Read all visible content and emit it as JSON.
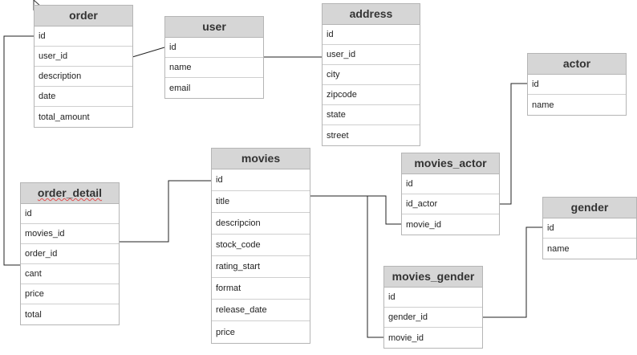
{
  "tables": {
    "order": {
      "name": "order",
      "fields": [
        "id",
        "user_id",
        "description",
        "date",
        "total_amount"
      ]
    },
    "user": {
      "name": "user",
      "fields": [
        "id",
        "name",
        "email"
      ]
    },
    "address": {
      "name": "address",
      "fields": [
        "id",
        "user_id",
        "city",
        "zipcode",
        "state",
        "street"
      ]
    },
    "actor": {
      "name": "actor",
      "fields": [
        "id",
        "name"
      ]
    },
    "movies": {
      "name": "movies",
      "fields": [
        "id",
        "title",
        "descripcion",
        "stock_code",
        "rating_start",
        "format",
        "release_date",
        "price"
      ]
    },
    "movies_actor": {
      "name": "movies_actor",
      "fields": [
        "id",
        "id_actor",
        "movie_id"
      ]
    },
    "order_detail": {
      "name": "order_detail",
      "fields": [
        "id",
        "movies_id",
        "order_id",
        "cant",
        "price",
        "total"
      ]
    },
    "gender": {
      "name": "gender",
      "fields": [
        "id",
        "name"
      ]
    },
    "movies_gender": {
      "name": "movies_gender",
      "fields": [
        "id",
        "gender_id",
        "movie_id"
      ]
    }
  },
  "colors": {
    "header_bg": "#d6d6d6",
    "border": "#b5b5b5",
    "connector": "#222222"
  },
  "icons": {
    "cursor": "mouse-pointer-icon"
  }
}
